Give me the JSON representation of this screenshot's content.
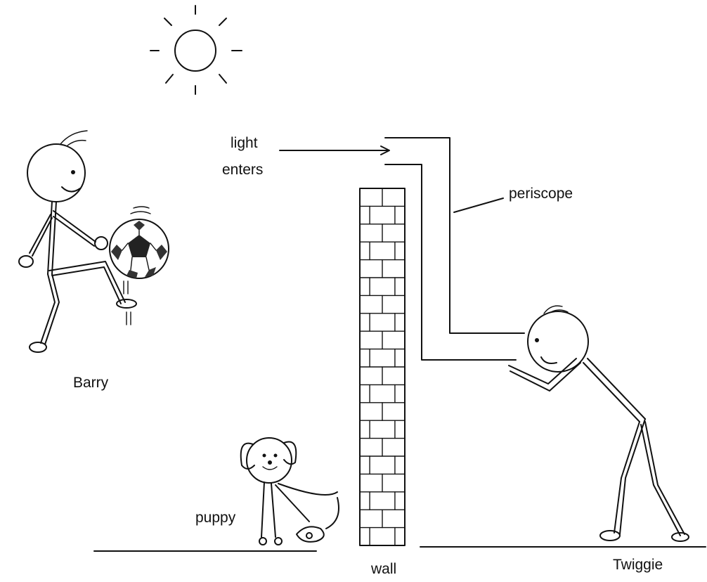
{
  "labels": {
    "light_enters_line1": "light",
    "light_enters_line2": "enters",
    "periscope": "periscope",
    "barry": "Barry",
    "puppy": "puppy",
    "wall": "wall",
    "twiggie": "Twiggie"
  },
  "icons": {
    "sun": "sun-icon",
    "ball": "soccer-ball-icon"
  }
}
